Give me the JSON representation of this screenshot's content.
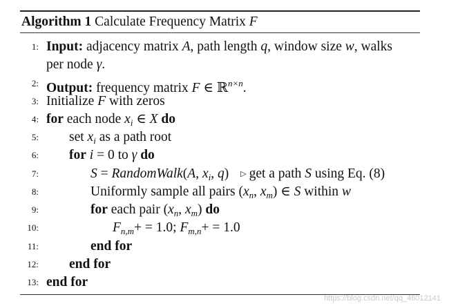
{
  "algorithm": {
    "tag": "Algorithm 1",
    "title": "Calculate Frequency Matrix",
    "title_var": "F"
  },
  "lines": [
    {
      "num": "1:",
      "input_kw": "Input:",
      "text_a": "adjacency matrix",
      "var_A": "A",
      "text_b": ", path length",
      "var_q": "q",
      "text_c": ", window size",
      "var_w": "w",
      "text_d": ", walks"
    },
    {
      "text_a": "per node",
      "var_gamma": "γ",
      "text_b": "."
    },
    {
      "num": "2:",
      "output_kw": "Output:",
      "text_a": "frequency matrix",
      "var_F": "F",
      "elem": "∈",
      "reals": "ℝ",
      "sup": "n×n",
      "text_b": "."
    },
    {
      "num": "3:",
      "text_a": "Initialize",
      "var_F": "F",
      "text_b": "with zeros"
    },
    {
      "num": "4:",
      "for_kw": "for",
      "text_a": "each node",
      "var_x": "x",
      "sub_i": "i",
      "elem": "∈",
      "var_X": "X",
      "do_kw": "do"
    },
    {
      "num": "5:",
      "text_a": "set",
      "var_x": "x",
      "sub_i": "i",
      "text_b": "as a path root"
    },
    {
      "num": "6:",
      "for_kw": "for",
      "var_i": "i",
      "text_a": "= 0 to",
      "var_gamma": "γ",
      "do_kw": "do"
    },
    {
      "num": "7:",
      "var_S": "S",
      "eq": "=",
      "func": "RandomWalk",
      "args_open": "(",
      "arg_A": "A",
      "comma1": ", ",
      "arg_x": "x",
      "arg_sub_i": "i",
      "comma2": ", ",
      "arg_q": "q",
      "args_close": ")",
      "comment_marker": "▷",
      "comment_a": "get a path",
      "comment_S": "S",
      "comment_b": "using Eq. (8)"
    },
    {
      "num": "8:",
      "text_a": "Uniformly sample all pairs",
      "pair_open": "(",
      "var_x1": "x",
      "sub_n": "n",
      "pair_comma": ", ",
      "var_x2": "x",
      "sub_m": "m",
      "pair_close": ")",
      "elem": "∈",
      "var_S": "S",
      "text_b": "within",
      "var_w": "w"
    },
    {
      "num": "9:",
      "for_kw": "for",
      "text_a": "each pair",
      "pair_open": "(",
      "var_x1": "x",
      "sub_n": "n",
      "pair_comma": ", ",
      "var_x2": "x",
      "sub_m": "m",
      "pair_close": ")",
      "do_kw": "do"
    },
    {
      "num": "10:",
      "var_F1": "F",
      "sub_1": "n,m",
      "op_1": "+ = 1.0;",
      "var_F2": "F",
      "sub_2": "m,n",
      "op_2": "+ = 1.0"
    },
    {
      "num": "11:",
      "end_kw": "end for"
    },
    {
      "num": "12:",
      "end_kw": "end for"
    },
    {
      "num": "13:",
      "end_kw": "end for"
    }
  ],
  "watermark": "https://blog.csdn.net/qq_46012141"
}
